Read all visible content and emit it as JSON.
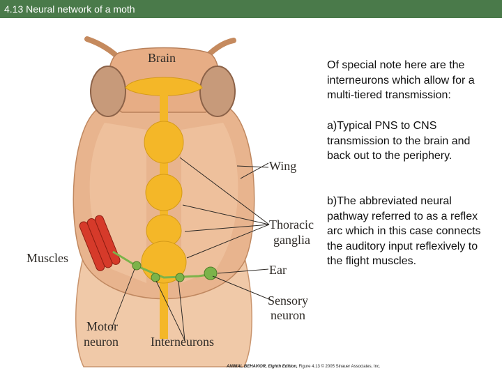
{
  "slide": {
    "title": "4.13 Neural network of a moth"
  },
  "figure": {
    "labels": {
      "brain": "Brain",
      "wing": "Wing",
      "thoracic_ganglia_1": "Thoracic",
      "thoracic_ganglia_2": "ganglia",
      "muscles": "Muscles",
      "ear": "Ear",
      "sensory_1": "Sensory",
      "sensory_2": "neuron",
      "motor_1": "Motor",
      "motor_2": "neuron",
      "interneurons": "Interneurons"
    },
    "caption_book": "ANIMAL BEHAVIOR, Eighth Edition,",
    "caption_rest": " Figure 4.13  © 2005 Sinauer Associates, Inc.",
    "colors": {
      "body": "#e8b48e",
      "nerve": "#f4b728",
      "muscle": "#d63a2a",
      "ganglion": "#7cb34a"
    }
  },
  "notes": {
    "intro": "Of special note here are the interneurons which allow for a multi-tiered transmission:",
    "point_a": "a)Typical PNS to CNS transmission to the brain and back out to the periphery.",
    "point_b": "b)The abbreviated neural pathway referred to as a reflex arc which in this case connects the auditory input reflexively to the flight muscles."
  }
}
